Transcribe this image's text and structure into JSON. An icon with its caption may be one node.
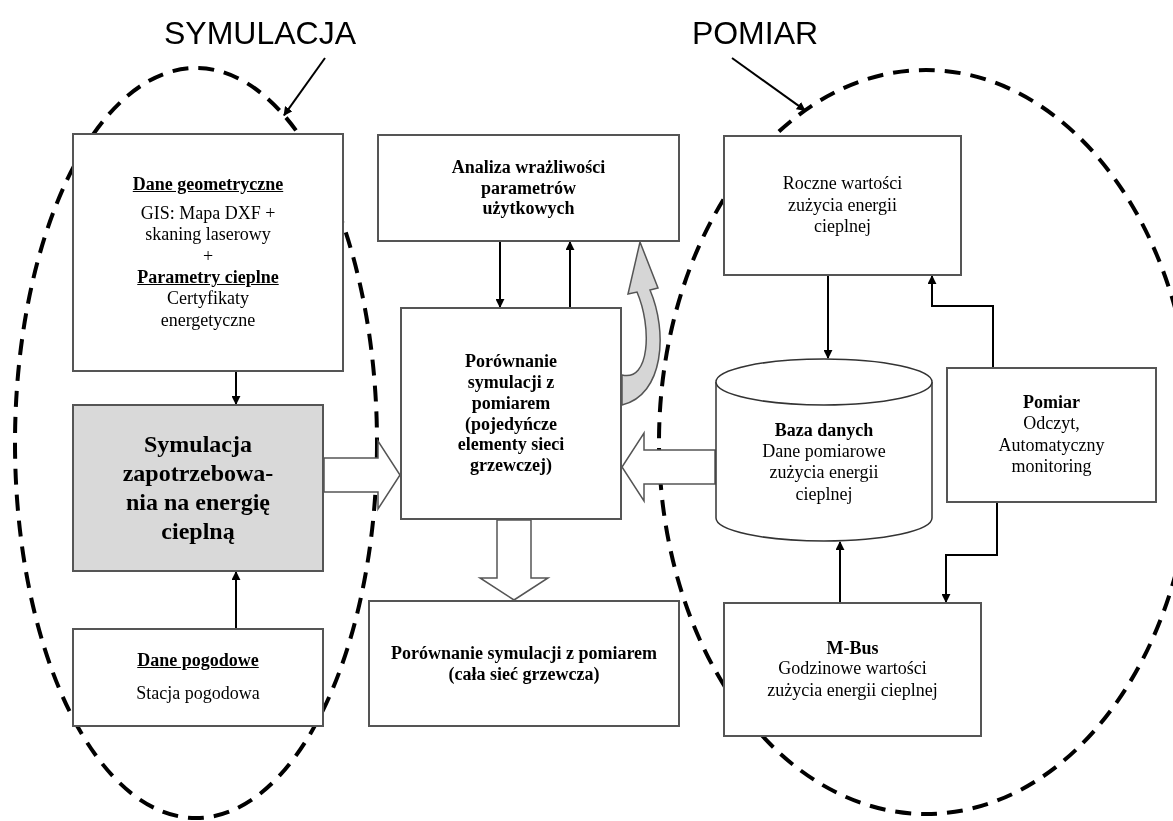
{
  "diagram": {
    "nodes": [
      {
        "text": [
          "SYMULACJA"
        ]
      },
      {
        "text": [],
        "shape": "ellipse"
      },
      {
        "text": [
          "POMIAR"
        ]
      },
      {
        "text": [],
        "shape": "ellipse"
      },
      {
        "text": [
          "Dane geometryczne",
          "GIS: Mapa DXF + skaning laserowy",
          "+",
          "Parametry cieplne",
          "Certyfikaty energetyczne"
        ],
        "in": 1
      },
      {
        "text": [
          "Symulacja zapotrzebowa- nia na energię cieplną"
        ],
        "in": 1
      },
      {
        "text": [
          "Dane pogodowe",
          "Stacja pogodowa"
        ],
        "in": 1
      },
      {
        "text": [
          "Analiza wrażliwości parametrów użytkowych"
        ]
      },
      {
        "text": [
          "Porównanie symulacji z pomiarem (pojedyńcze elementy sieci grzewczej)"
        ]
      },
      {
        "text": [
          "Porównanie symulacji z pomiarem (cała sieć grzewcza)"
        ]
      },
      {
        "text": [
          "Roczne wartości zużycia energii cieplnej"
        ],
        "in": 3
      },
      {
        "text": [
          "Baza danych",
          "Dane pomiarowe zużycia energii cieplnej"
        ],
        "in": 3
      },
      {
        "text": [
          "Pomiar",
          "Odczyt, Automatyczny monitoring"
        ],
        "in": 3
      },
      {
        "text": [
          "M-Bus",
          "Godzinowe wartości zużycia energii cieplnej"
        ],
        "in": 3
      }
    ],
    "edges": [
      {
        "from": 0,
        "to": 1,
        "arrow": "to"
      },
      {
        "from": 2,
        "to": 3,
        "arrow": "to"
      },
      {
        "from": 4,
        "to": 5,
        "arrow": "to"
      },
      {
        "from": 6,
        "to": 5,
        "arrow": "to"
      },
      {
        "from": 5,
        "to": 8,
        "arrow": "to",
        "style": "thick"
      },
      {
        "from": 7,
        "to": 8,
        "arrow": "to"
      },
      {
        "from": 8,
        "to": 7,
        "arrow": "to"
      },
      {
        "from": 8,
        "to": 7,
        "arrow": "to",
        "style": "thick"
      },
      {
        "from": 8,
        "to": 9,
        "arrow": "to",
        "style": "thick"
      },
      {
        "from": 11,
        "to": 8,
        "arrow": "to",
        "style": "thick"
      },
      {
        "from": 10,
        "to": 11,
        "arrow": "to"
      },
      {
        "from": 12,
        "to": 10,
        "arrow": "to"
      },
      {
        "from": 12,
        "to": 13,
        "arrow": "to"
      },
      {
        "from": 13,
        "to": 11,
        "arrow": "to"
      }
    ]
  }
}
